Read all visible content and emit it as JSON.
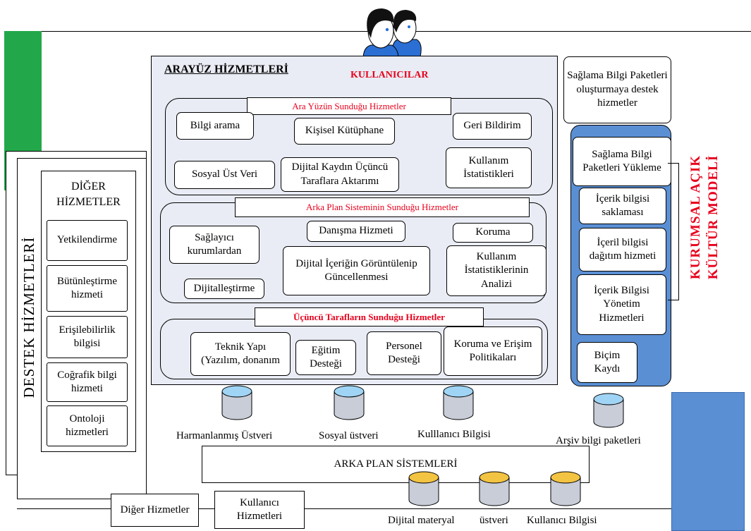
{
  "users_label": "KULLANICILAR",
  "interface": {
    "title": "ARAYÜZ HİZMETLERİ",
    "groups": [
      {
        "header": "Ara Yüzün Sunduğu Hizmetler",
        "items": [
          "Bilgi arama",
          "Kişisel Kütüphane",
          "Geri Bildirim",
          "Sosyal Üst Veri",
          "Dijital Kaydın Üçüncü\nTaraflara Aktarımı",
          "Kullanım\nİstatistikleri"
        ]
      },
      {
        "header": "Arka Plan Sisteminin Sunduğu Hizmetler",
        "items": [
          "Sağlayıcı\nkurumlardan",
          "Danışma Hizmeti",
          "Koruma",
          "Dijital İçeriğin Görüntülenip\nGüncellenmesi",
          "Kullanım\nİstatistiklerinin\nAnalizi",
          "Dijitalleştirme"
        ]
      },
      {
        "header": "Üçüncü Tarafların Sunduğu Hizmetler",
        "items": [
          "Teknik Yapı\n(Yazılım, donanım",
          "Eğitim\nDesteği",
          "Personel\nDesteği",
          "Koruma ve Erişim\nPolitikaları"
        ]
      }
    ]
  },
  "support": {
    "title": "DESTEK HİZMETLERİ",
    "other_title": "DİĞER\nHİZMETLER",
    "items": [
      "Yetkilendirme",
      "Bütünleştirme\nhizmeti",
      "Erişilebilirlik\nbilgisi",
      "Coğrafik bilgi\nhizmeti",
      "Ontoloji\nhizmetleri"
    ]
  },
  "archive": {
    "top_box": "Sağlama Bilgi Paketleri\noluşturmaya destek\nhizmetler",
    "items": [
      "Sağlama Bilgi\nPaketleri Yükleme",
      "İçerik bilgisi\nsaklaması",
      "İçeril bilgisi\ndağıtım hizmeti",
      "İçerik Bilgisi\nYönetim\nHizmetleri",
      "Biçim\nKaydı"
    ],
    "model_title_line1": "KURUMSAL AÇIK",
    "model_title_line2": "KÜLTÜR MODELİ"
  },
  "databases": [
    "Harmanlanmış Üstveri",
    "Sosyal üstveri",
    "Kulllanıcı Bilgisi",
    "Arşiv bilgi paketleri"
  ],
  "backend": {
    "title": "ARKA PLAN SİSTEMLERİ",
    "databases": [
      "Dijital materyal",
      "üstveri",
      "Kullanıcı Bilgisi"
    ]
  },
  "bottom": {
    "other_services": "Diğer Hizmetler",
    "user_services": "Kullanıcı\nHizmetleri"
  },
  "colors": {
    "interface_bg": "#e9ecf4",
    "archive_panel": "#5b8fd4",
    "green_bar": "#22a84a",
    "blue_block": "#5b8fd4",
    "header_red": "#e8001c",
    "db_blue_top": "#9fd4f5",
    "db_gold_top": "#f3c342"
  }
}
